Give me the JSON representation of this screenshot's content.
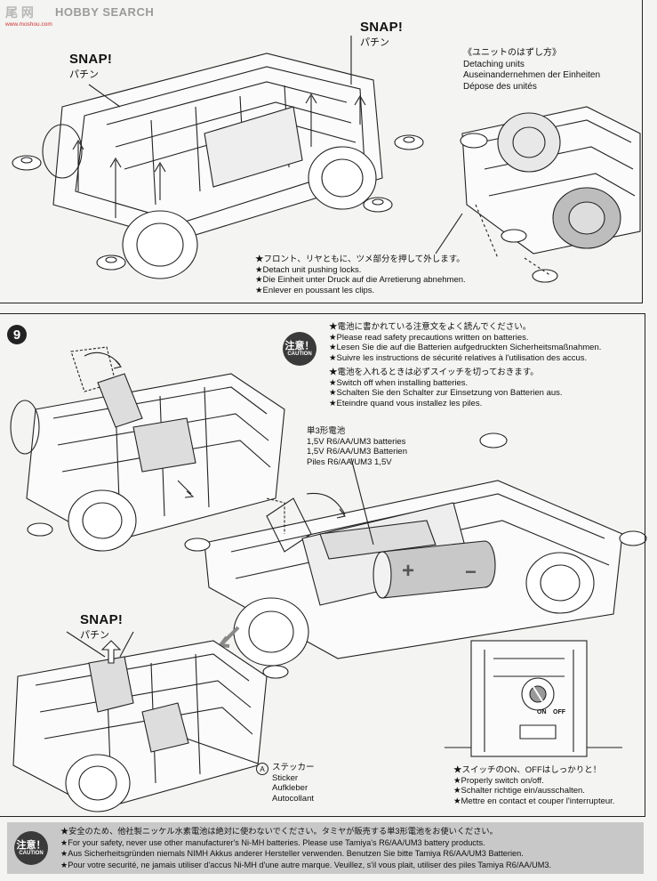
{
  "watermark": {
    "logo": "尾 网",
    "url": "www.moshou.com",
    "site": "HOBBY SEARCH"
  },
  "top_panel": {
    "snap_left": {
      "en": "SNAP!",
      "jp": "パチン"
    },
    "snap_right": {
      "en": "SNAP!",
      "jp": "パチン"
    },
    "detach_title": {
      "jp": "《ユニットのはずし方》",
      "en": "Detaching units",
      "de": "Auseinandernehmen der Einheiten",
      "fr": "Dépose des unités"
    },
    "note_lines": [
      "★フロント、リヤともに、ツメ部分を押して外します。",
      "★Detach unit pushing locks.",
      "★Die Einheit unter Druck auf die Arretierung abnehmen.",
      "★Enlever en poussant les clips."
    ]
  },
  "step9": {
    "number": "9",
    "caution_badge": {
      "jp": "注意！",
      "en": "CAUTION"
    },
    "caution_lines": [
      "★電池に書かれている注意文をよく読んでください。",
      "★Please read safety precautions written on batteries.",
      "★Lesen Sie die auf die Batterien aufgedruckten Sicherheitsmaßnahmen.",
      "★Suivre les instructions de sécurité relatives à l'utilisation des accus.",
      "★電池を入れるときは必ずスイッチを切っておきます。",
      "★Switch off when installing batteries.",
      "★Schalten Sie den Schalter zur Einsetzung von Batterien aus.",
      "★Eteindre quand vous installez les piles."
    ],
    "battery_label": [
      "単3形電池",
      "1,5V R6/AA/UM3 batteries",
      "1,5V R6/AA/UM3 Batterien",
      "Piles R6/AA/UM3 1,5V"
    ],
    "battery_symbols": {
      "plus": "+",
      "minus": "−"
    },
    "snap": {
      "en": "SNAP!",
      "jp": "パチン"
    },
    "sticker": {
      "badge": "A",
      "lines": [
        "ステッカー",
        "Sticker",
        "Aufkleber",
        "Autocollant"
      ]
    },
    "switch_labels": {
      "on": "ON",
      "off": "OFF"
    },
    "switch_lines": [
      "★スイッチのON、OFFはしっかりと！",
      "★Properly switch on/off.",
      "★Schalter richtige ein/ausschalten.",
      "★Mettre en contact et couper l'interrupteur."
    ]
  },
  "footer": {
    "caution_badge": {
      "jp": "注意！",
      "en": "CAUTION"
    },
    "lines": [
      "★安全のため、他社製ニッケル水素電池は絶対に使わないでください。タミヤが販売する単3形電池をお使いください。",
      "★For your safety, never use other manufacturer's Ni-MH batteries. Please use Tamiya's R6/AA/UM3 battery products.",
      "★Aus Sicherheitsgründen niemals NIMH Akkus anderer Hersteller verwenden. Benutzen Sie bitte Tamiya R6/AA/UM3 Batterien.",
      "★Pour votre securité, ne jamais utiliser d'accus Ni-MH d'une autre marque. Veuillez, s'il vous plait, utiliser des piles Tamiya R6/AA/UM3."
    ]
  }
}
